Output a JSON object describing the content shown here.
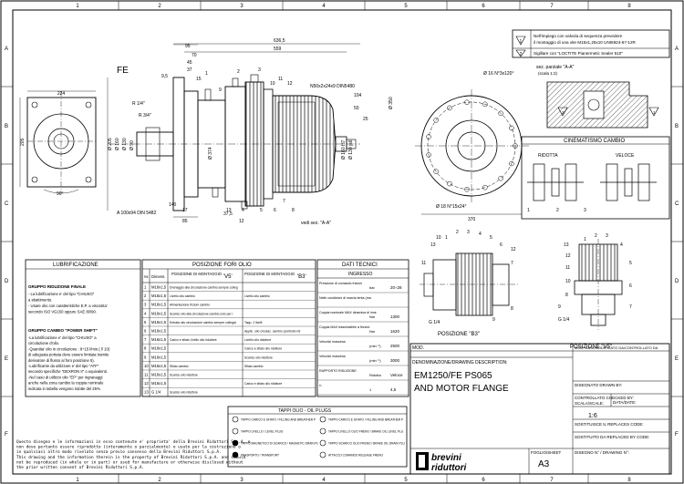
{
  "grid": {
    "columns": [
      "1",
      "2",
      "3",
      "4",
      "5",
      "6",
      "7",
      "8"
    ],
    "rows": [
      "A",
      "B",
      "C",
      "D",
      "E",
      "F"
    ]
  },
  "notes": {
    "n1_a": "Nell'impiego con valvola di sequenza prevedere",
    "n1_b": "il montaggio di una vite M16x1,25x10 UNI5924-67-12R",
    "n2": "Sigillare con \"LOCTITE Pianermetic Sealer 510\"",
    "n1_num": "1",
    "n2_num": "2"
  },
  "main_view": {
    "label": "FE",
    "dims": {
      "d636": "636,5",
      "d559": "559",
      "d95": "95",
      "d70": "70",
      "d45": "45",
      "d37": "37",
      "d9": "9,5",
      "d15": "15",
      "d104": "104",
      "d50": "50",
      "d25": "25",
      "d205": "205",
      "d224": "224",
      "d90": "90°",
      "r34": "R 3/4\"",
      "r14": "R 1/4\"",
      "d90a": "Ø 90",
      "d130": "Ø 130",
      "d160": "Ø 160",
      "d205b": "Ø 205",
      "d374": "Ø 374",
      "d26": "Ø 26",
      "d75": "Ø 75",
      "d85": "85",
      "d140": "140",
      "d375": "37,5",
      "d12": "12",
      "d77": "77",
      "d17": "17",
      "spline1": "A 100x94 DIN 5482",
      "spline2": "N50x2x24x9 DIN5480",
      "d160b": "Ø 160 H7",
      "d130b": "Ø 130 js6",
      "vedi": "vedi sez. \"A-A\""
    },
    "items": [
      "1",
      "2",
      "3",
      "4",
      "5",
      "6",
      "7",
      "8",
      "9",
      "10",
      "11",
      "12",
      "13"
    ]
  },
  "flange_view": {
    "d16": "Ø 16 N°3x120°",
    "d18": "Ø 18 N°15x24°",
    "d370": "370",
    "d350": "Ø 350"
  },
  "section": {
    "title": "sez. parziale \"A-A\"",
    "scale": "(scala 1:2)",
    "n1": "1",
    "n2": "2"
  },
  "kinematics": {
    "title": "CINEMATISMO CAMBIO",
    "ridotta": "RIDOTTA",
    "veloce": "VELOCE",
    "items": [
      "1",
      "2",
      "3"
    ]
  },
  "positions": {
    "b3": "POSIZIONE \"B3\"",
    "v5": "POSIZIONE \"V5\"",
    "labels_b3": [
      "10",
      "13",
      "11",
      "12",
      "1",
      "2",
      "3",
      "4",
      "5",
      "6",
      "7",
      "8",
      "9"
    ],
    "labels_v5": [
      "13",
      "12",
      "11",
      "10",
      "8",
      "9",
      "1",
      "2",
      "3",
      "4",
      "5",
      "6",
      "7"
    ],
    "g14a": "G 1/4",
    "g14b": "G 1/4"
  },
  "lubrication": {
    "header": "LUBRIFICAZIONE",
    "group1_title": "GRUPPO RIDUZIONE FINALE",
    "group1_lines": [
      "- La lubrificazione e' del tipo \"CHIUSO\"",
      "  a sbattimento.",
      "- Usare olio con caratteristiche E.P. a viscosita'",
      "  secondo ISO VG150 oppure SAE 80/90."
    ],
    "group2_title": "GRUPPO CAMBIO \"POWER SHIFT\"",
    "group2_lines": [
      "-La lubrificazione e' del tipo \"CHIUSO\" a",
      "circolazione d'olio.",
      "-Quantita' olio in circolazione : 8÷15 l/min.( l/ 10)",
      "di adeguata portata deve essere limitata tramite",
      "derivatore di flusso al foro posizione 5).",
      "-Lubrificante da utilizzare e' del tipo \"ATF\"",
      "secondo specifiche \"DEXRON II\" o equivalenti.",
      "-Nel caso di utilizzo olio \"EP\" per ingranaggi",
      "anche nella zona cambio la coppia nominale",
      "indicata in tabella vengono ridotte del 25%."
    ]
  },
  "positions_table": {
    "header": "POSIZIONE FORI OLIO",
    "cols": [
      "Rif.",
      "Dimens.",
      "POSIZIONE DI MONTAGGIO",
      "'V5'",
      "POSIZIONE DI MONTAGGIO",
      "'B3'"
    ],
    "rows": [
      {
        "rif": "1",
        "dim": "M16x1,5",
        "v5": "Drenaggio alla circolazione cambio sempre collegato con 5",
        "b3": ""
      },
      {
        "rif": "2",
        "dim": "M16x1,5",
        "v5": "Livello olio cambio",
        "b3": "Livello olio cambio"
      },
      {
        "rif": "3",
        "dim": "M16x1,5",
        "v5": "Alimentazione frizioni cambio",
        "b3": ""
      },
      {
        "rif": "4",
        "dim": "M16x1,5",
        "v5": "Scarico olio alla circolazione cambio solo per ricircolo diretto e scarico",
        "b3": ""
      },
      {
        "rif": "5",
        "dim": "M16x1,5",
        "v5": "Entrata olio circolazione cambio sempre collegato con 1",
        "b3": "Tapp. 2 livelli"
      },
      {
        "rif": "6",
        "dim": "M16x1,5",
        "v5": "",
        "b3": "Applic. olio circolaz. cambio (controllo riduttore finale)"
      },
      {
        "rif": "7",
        "dim": "M16x1,5",
        "v5": "Carico e sfiato, livello olio riduttore",
        "b3": "Livello olio riduttore"
      },
      {
        "rif": "8",
        "dim": "M16x1,5",
        "v5": "",
        "b3": "Carico e sfiato olio riduttore"
      },
      {
        "rif": "9",
        "dim": "M16x1,5",
        "v5": "",
        "b3": "Scarico olio riduttore"
      },
      {
        "rif": "10",
        "dim": "M16x1,5",
        "v5": "Sfiato cambio",
        "b3": "Sfiato cambio"
      },
      {
        "rif": "11",
        "dim": "M16x1,5",
        "v5": "Scarico olio riduttore",
        "b3": ""
      },
      {
        "rif": "12",
        "dim": "M16x1,5",
        "v5": "",
        "b3": "Carico e sfiato olio riduttore"
      },
      {
        "rif": "13",
        "dim": "G 1/4",
        "v5": "Scarico olio riduttore",
        "b3": ""
      }
    ]
  },
  "tech_data": {
    "header": "DATI TECNICI",
    "subheader": "INGRESSO",
    "rows": [
      {
        "label": "Pressione di comando frizioni",
        "unit": "bar",
        "value": "20÷28"
      },
      {
        "label": "Nelle condizioni di marcia lenta (mandata la pressione massima) ed alimentazione olio frizioni deve essere di 17 bar",
        "unit": "",
        "value": ""
      },
      {
        "label": "Coppia nominale MAX dinamica di innesto",
        "unit": "Nm",
        "value": "1300"
      },
      {
        "label": "Coppia MAX trasmissibile a frizioni innestate (1 bar)",
        "unit": "Nm",
        "value": "1620"
      },
      {
        "label": "Velocita' massima",
        "unit": "(min⁻¹)",
        "value": "2500"
      },
      {
        "label": "Velocita' massima",
        "unit": "(min⁻¹)",
        "value": "3000"
      },
      {
        "label": "RAPPORTO RIDUZIONE",
        "unit": "Ridotta",
        "value": "Veloce"
      },
      {
        "label": "i=",
        "unit": "1",
        "value": "4,5"
      }
    ]
  },
  "plugs": {
    "title": "TAPPI OLIO - OIL PLUGS",
    "items": [
      "TAPPO CARICO E SFIATO / FILLING AND BREATHER PLUG",
      "TAPPO LIVELLO / LEVEL PLUG",
      "TAPPO MAGNETICO DI SCARICO / MAGNETIC DRAIN PLUG",
      "TRASPORTO / TRANSPORT",
      "TAPPO CARICO E SFIATO / FILLING AND BREATHER PLUG",
      "TAPPO LIVELLO OLIO FRENO / BRAKE OIL LEVEL PLUG",
      "TAPPO SCARICO OLIO FRENO / BRAKE OIL DRAIN PLUG",
      "ATTACCO COMANDO RELEASE FRENO"
    ]
  },
  "title_block": {
    "mod_header": "MOD.",
    "mod_cols": "MOD. DATA MODIFICATO DA/CONTROLLATO DA",
    "desc_label": "DENOMINAZIONE/DRAWING DESCRIPTION:",
    "desc_line1": "EM1250/FE PS065",
    "desc_line2": "AND MOTOR FLANGE",
    "disegnato": "DISEGNATO DRAWN BY:",
    "controllato": "CONTROLLATO CHECKED BY:",
    "scala": "SCALA/SCALE:",
    "scala_val": "1:6",
    "data": "DATA/DATE:",
    "sostituisce": "SOSTITUISCE IL REPLACES CODE:",
    "sostituito": "SOSTITUITO DA REPLACED BY CODE:",
    "foglio": "FOGLIO/SHEET",
    "formato": "A3",
    "disegno": "DISEGNO N° / DRAWING N°:",
    "logo_line1": "brevini",
    "logo_line2": "riduttori"
  },
  "disclaimer": [
    "Questo disegno e le informazioni in esso contenute e' proprieta' della Brevini Riduttori S.p.A. e",
    "non deve pertanto essere riprodotto (interamente o parzialmente) o usato per la costruzione o",
    "in qualsiasi altro modo rivelato senza previo consenso della Brevini Riduttori S.p.A.",
    "This drawing and the information therein is the property of Brevini Riduttori S.p.A. and should",
    "not be reproduced (in whole or in part) or used for manufacture or otherwise disclosed without",
    "the prior written consent of Brevini Riduttori S.p.A."
  ]
}
